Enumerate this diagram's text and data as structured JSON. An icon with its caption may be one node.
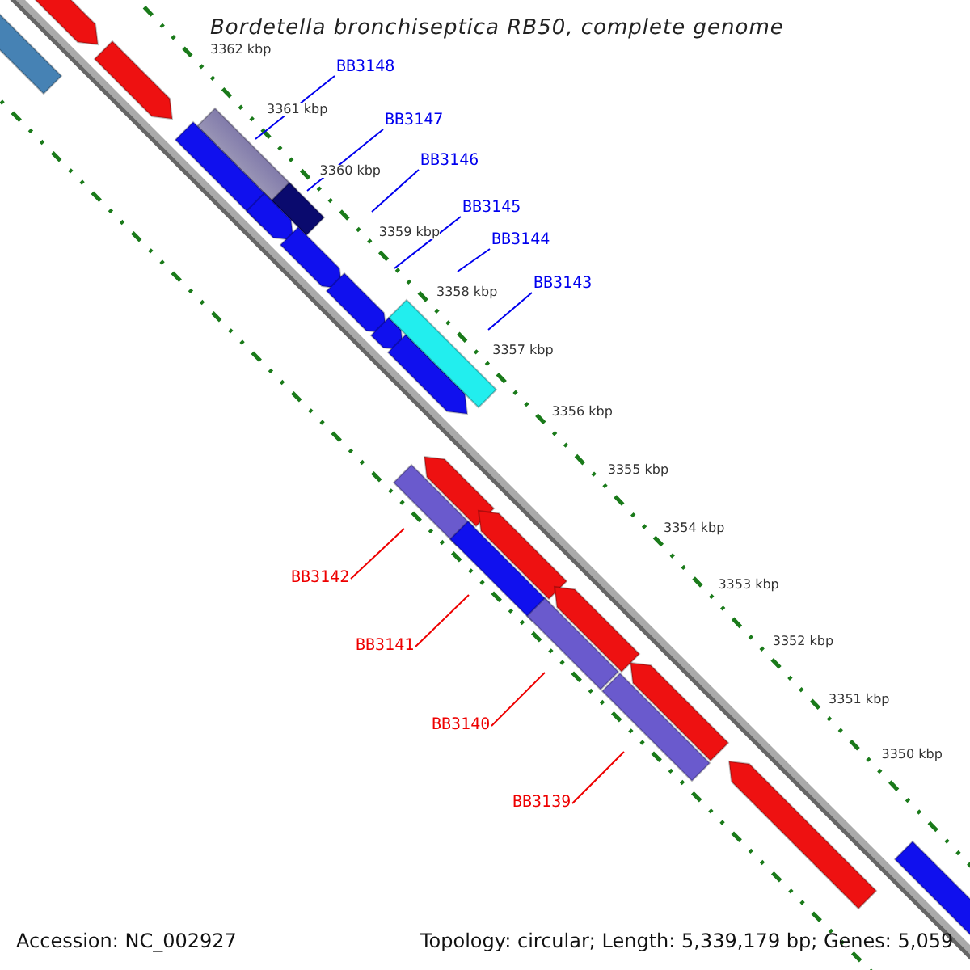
{
  "diagram": {
    "title": "Bordetella bronchiseptica RB50, complete genome",
    "nodes": [
      {
        "text": [
          "BB3148"
        ]
      },
      {
        "text": [
          "BB3147"
        ]
      },
      {
        "text": [
          "BB3146"
        ]
      },
      {
        "text": [
          "BB3145"
        ]
      },
      {
        "text": [
          "BB3144"
        ]
      },
      {
        "text": [
          "BB3143"
        ]
      },
      {
        "text": [
          "BB3142"
        ]
      },
      {
        "text": [
          "BB3141"
        ]
      },
      {
        "text": [
          "BB3140"
        ]
      },
      {
        "text": [
          "BB3139"
        ]
      }
    ],
    "edges": [
      {
        "from": 0,
        "to": null,
        "arrow": "none"
      },
      {
        "from": 1,
        "to": null,
        "arrow": "none"
      },
      {
        "from": 2,
        "to": null,
        "arrow": "none"
      },
      {
        "from": 3,
        "to": null,
        "arrow": "none"
      },
      {
        "from": 4,
        "to": null,
        "arrow": "none"
      },
      {
        "from": 5,
        "to": null,
        "arrow": "none"
      },
      {
        "from": 6,
        "to": null,
        "arrow": "none",
        "color": "#ee0000"
      },
      {
        "from": 7,
        "to": null,
        "arrow": "none",
        "color": "#ee0000"
      },
      {
        "from": 8,
        "to": null,
        "arrow": "none",
        "color": "#ee0000"
      },
      {
        "from": 9,
        "to": null,
        "arrow": "none",
        "color": "#ee0000"
      }
    ],
    "labels": [
      "3362 kbp",
      "3361 kbp",
      "3360 kbp",
      "3359 kbp",
      "3358 kbp",
      "3357 kbp",
      "3356 kbp",
      "3355 kbp",
      "3354 kbp",
      "3353 kbp",
      "3352 kbp",
      "3351 kbp",
      "3350 kbp",
      "Accession: NC_002927",
      "Topology: circular; Length: 5,339,179 bp; Genes: 5,059"
    ]
  }
}
